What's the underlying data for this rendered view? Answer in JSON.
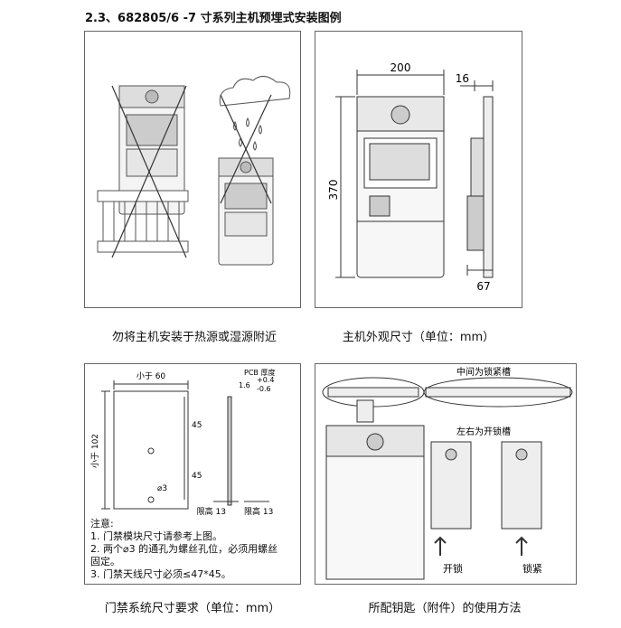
{
  "document": {
    "section_title": "2.3、682805/6 -7 寸系列主机预埋式安装图例"
  },
  "panels": {
    "heat_warning": {
      "caption": "勿将主机安装于热源或湿源附近"
    },
    "dimensions": {
      "caption": "主机外观尺寸（单位：mm）",
      "width_label": "200",
      "height_label": "370",
      "depth_label": "16",
      "depth_bottom_label": "67"
    },
    "access_module": {
      "caption": "门禁系统尺寸要求（单位：mm）",
      "width_label": "小于 60",
      "height_label": "小于 102",
      "spacing_top": "45",
      "spacing_bottom": "45",
      "hole_label": "⌀3",
      "pcb_label": "PCB 厚度",
      "pcb_value": "1.6",
      "tol_plus": "+0.4",
      "tol_minus": "-0.6",
      "limit_left": "限高 13",
      "limit_right": "限高 13",
      "notes_title": "注意:",
      "notes": [
        "1. 门禁模块尺寸请参考上图。",
        "2. 两个⌀3 的通孔为螺丝孔位，必须用螺丝",
        "   固定。",
        "3. 门禁天线尺寸必须≤47*45。"
      ]
    },
    "key_usage": {
      "caption": "所配钥匙（附件）的使用方法",
      "label_middle": "中间为锁紧槽",
      "label_sides": "左右为开锁槽",
      "unlock_label": "开锁",
      "lock_label": "锁紧"
    }
  }
}
